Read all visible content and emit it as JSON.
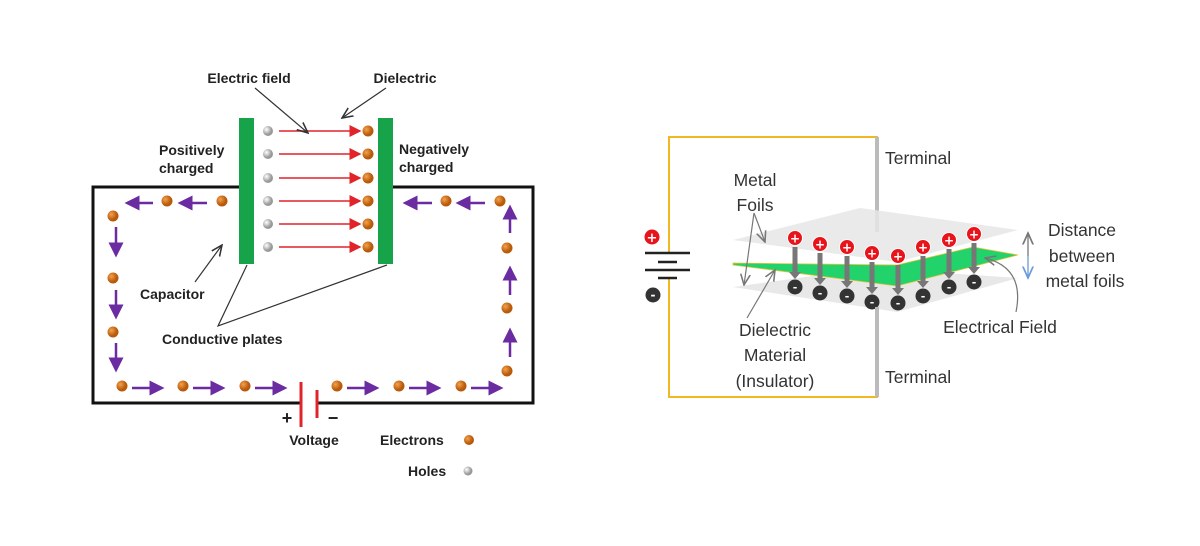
{
  "left_diagram": {
    "electric_field": "Electric field",
    "dielectric": "Dielectric",
    "positively_charged": [
      "Positively",
      "charged"
    ],
    "negatively_charged": [
      "Negatively",
      "charged"
    ],
    "capacitor": "Capacitor",
    "conductive_plates": "Conductive plates",
    "plus": "+",
    "minus": "−",
    "voltage": "Voltage",
    "legend_electrons": "Electrons",
    "legend_holes": "Holes",
    "colors": {
      "plate": "#16a34a",
      "field_arrow": "#e0242a",
      "flow_arrow": "#6a2ca0",
      "electron": "#d97a1e",
      "hole": "#c8c8c8",
      "wire": "#111111"
    }
  },
  "right_diagram": {
    "terminal_top": "Terminal",
    "terminal_bottom": "Terminal",
    "metal_foils": [
      "Metal",
      "Foils"
    ],
    "distance": [
      "Distance",
      "between",
      "metal foils"
    ],
    "dielectric_material": [
      "Dielectric",
      "Material",
      "(Insulator)"
    ],
    "electrical_field": "Electrical Field",
    "positive_symbol": "+",
    "negative_symbol": "-",
    "colors": {
      "wire": "#f2b823",
      "dielectric": "#22d36b",
      "foil": "#e6e6e6",
      "positive": "#e8141c",
      "negative": "#333333"
    }
  }
}
